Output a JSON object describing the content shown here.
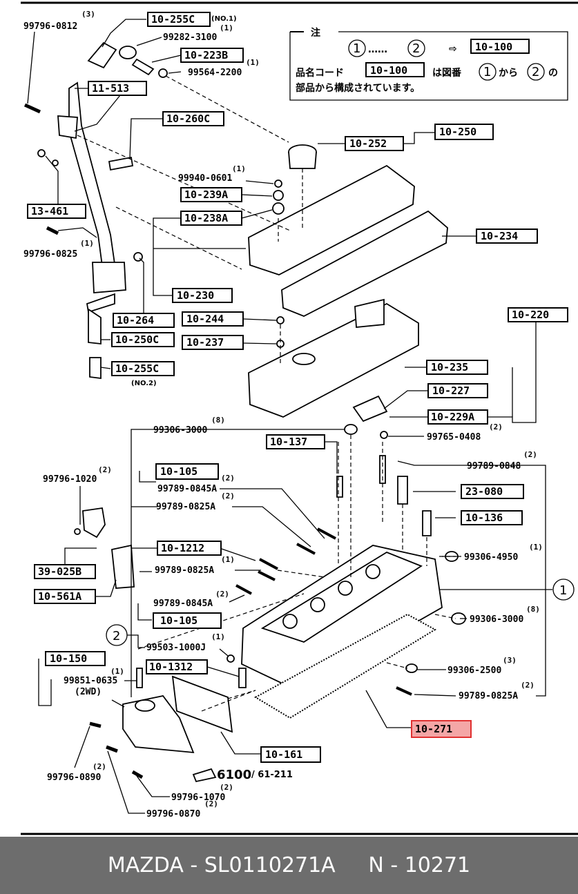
{
  "footer": {
    "brand": "MAZDA",
    "part_number": "SL0110271A",
    "ref": "N - 10271"
  },
  "note": {
    "title": "注",
    "arrow_ref": "10-100",
    "line1_a": "品名コード",
    "line1_ref": "10-100",
    "line1_b": "は図番",
    "line1_c": "から",
    "line1_d": "の",
    "line2": "部品から構成されています。",
    "circle_1": "1",
    "circle_2": "2",
    "dots": "……"
  },
  "ref_boxes": {
    "r10_255c_top": "10-255C",
    "r10_223b": "10-223B",
    "r11_513": "11-513",
    "r10_260c": "10-260C",
    "r10_250": "10-250",
    "r10_252": "10-252",
    "r10_239a": "10-239A",
    "r10_238a": "10-238A",
    "r13_461": "13-461",
    "r10_234": "10-234",
    "r10_230": "10-230",
    "r10_264": "10-264",
    "r10_244": "10-244",
    "r10_250c": "10-250C",
    "r10_237": "10-237",
    "r10_220": "10-220",
    "r10_255c_bot": "10-255C",
    "r10_235": "10-235",
    "r10_227": "10-227",
    "r10_229a": "10-229A",
    "r10_137": "10-137",
    "r10_105_a": "10-105",
    "r23_080": "23-080",
    "r10_136": "10-136",
    "r10_1212": "10-1212",
    "r39_025b": "39-025B",
    "r10_561a": "10-561A",
    "r10_105_b": "10-105",
    "r10_150": "10-150",
    "r10_1312": "10-1312",
    "r10_161": "10-161",
    "r10_271": "10-271"
  },
  "part_numbers": {
    "p99796_0812": "99796-0812",
    "p99282_3100": "99282-3100",
    "p99564_2200": "99564-2200",
    "p99940_0601": "99940-0601",
    "p99796_0825": "99796-0825",
    "p99306_3000_a": "99306-3000",
    "p99765_0408": "99765-0408",
    "p99789_0848": "99789-0848",
    "p99796_1020": "99796-1020",
    "p99789_0845a_a": "99789-0845A",
    "p99789_0825a_a": "99789-0825A",
    "p99306_4950": "99306-4950",
    "p99789_0825a_b": "99789-0825A",
    "p99789_0845a_b": "99789-0845A",
    "p99306_3000_b": "99306-3000",
    "p99503_1000j": "99503-1000J",
    "p99306_2500": "99306-2500",
    "p99851_0635": "99851-0635",
    "p2wd": "(2WD)",
    "p99789_0825a_c": "99789-0825A",
    "p99796_0890": "99796-0890",
    "p99796_1070": "99796-1070",
    "p99796_0870": "99796-0870"
  },
  "quantities": {
    "q3": "(3)",
    "q1": "(1)",
    "q2": "(2)",
    "q8": "(8)"
  },
  "labels": {
    "no1": "(NO.1)",
    "no2": "(NO.2)",
    "ref6100": "6100",
    "ref61211": "/ 61-211",
    "circle1": "1",
    "circle2": "2"
  },
  "colors": {
    "highlight_fill": "#f4a6a6",
    "highlight_stroke": "#e03030",
    "footer_bg": "#6d6d6d"
  }
}
